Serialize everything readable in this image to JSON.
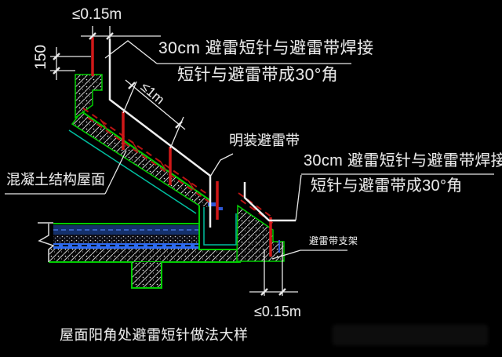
{
  "drawing": {
    "title": "屋面阳角处避雷短针做法大样",
    "dimensions": {
      "top_spacing": "≤0.15m",
      "parapet_height": "150",
      "needle_spacing": "≤1m",
      "bottom_spacing": "≤0.15m"
    },
    "notes": {
      "top_line1": "30cm 避雷短针与避雷带焊接",
      "top_line2": "短针与避雷带成30°角",
      "right_line1": "30cm 避雷短针与避雷带焊接",
      "right_line2": "短针与避雷带成30°角"
    },
    "labels": {
      "exposed_band": "明装避雷带",
      "band_support": "避雷带支架",
      "concrete_roof": "混凝土结构屋面"
    },
    "colors": {
      "background": "#000000",
      "linework_text": "#e8e8e8",
      "structure_outline_green": "#00cc00",
      "finish_line_cyan": "#00bfa0",
      "lightning_rod_red": "#d01818",
      "band_dashed_red": "#b81414",
      "waterproof_blue": "#2e6bf0",
      "insulation_dark_blue": "#14306b"
    }
  }
}
